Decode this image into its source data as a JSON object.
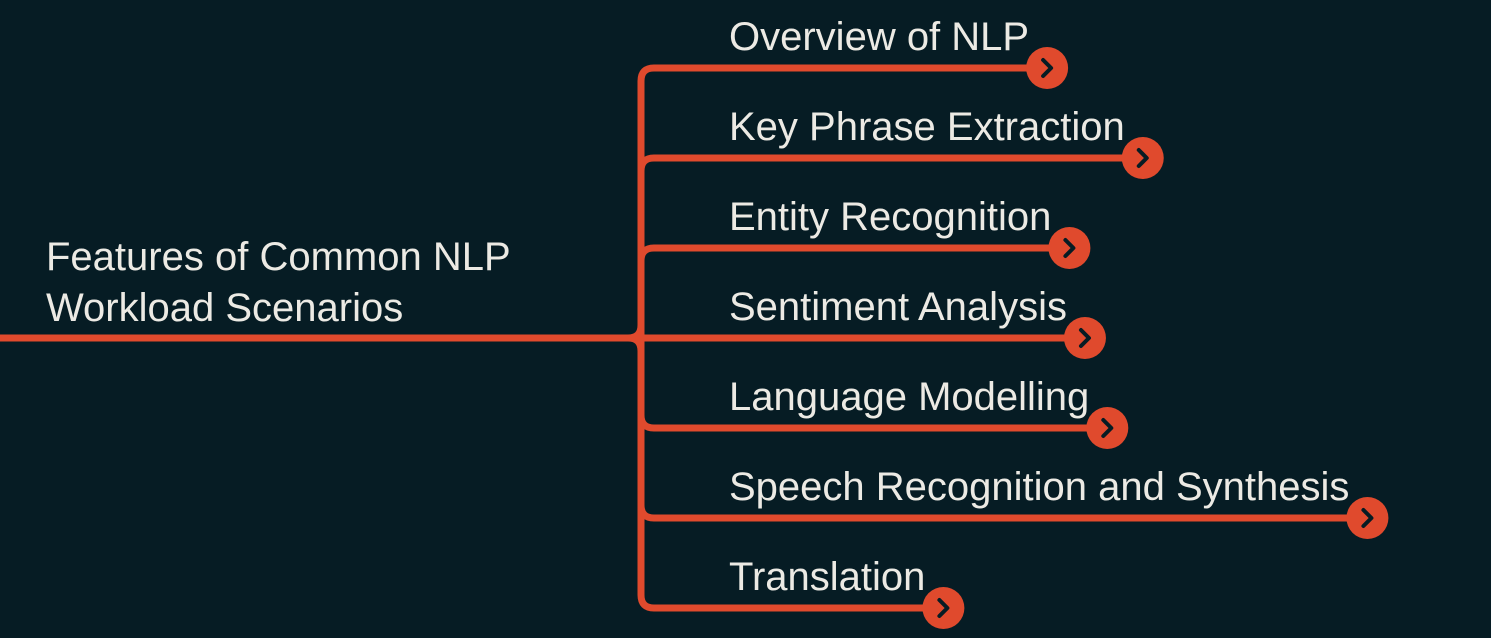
{
  "root": {
    "lines": [
      "Features of Common NLP",
      "Workload Scenarios"
    ]
  },
  "branches": [
    {
      "label": "Overview of NLP"
    },
    {
      "label": "Key Phrase Extraction"
    },
    {
      "label": "Entity Recognition"
    },
    {
      "label": "Sentiment Analysis"
    },
    {
      "label": "Language Modelling"
    },
    {
      "label": "Speech Recognition and Synthesis"
    },
    {
      "label": "Translation"
    }
  ],
  "colors": {
    "background": "#061c24",
    "connector": "#e04a2d",
    "text": "#eceae4",
    "chevron": "#061c24"
  },
  "icons": {
    "expand": "chevron-right-icon"
  }
}
